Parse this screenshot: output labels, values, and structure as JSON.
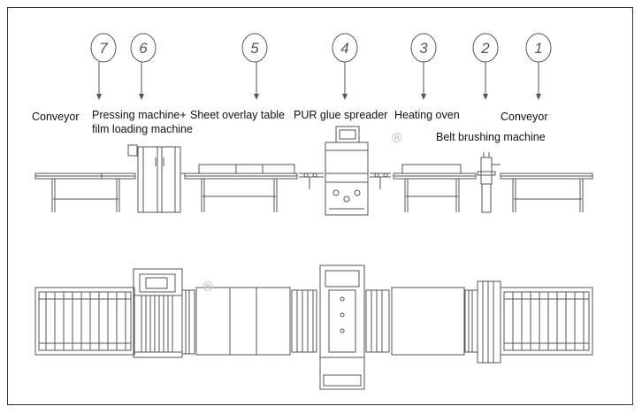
{
  "stations": [
    {
      "number": "7"
    },
    {
      "number": "6"
    },
    {
      "number": "5"
    },
    {
      "number": "4"
    },
    {
      "number": "3"
    },
    {
      "number": "2"
    },
    {
      "number": "1"
    }
  ],
  "labels": {
    "conveyor_left": "Conveyor",
    "pressing_line1": "Pressing machine+",
    "pressing_line2": "film loading machine",
    "sheet_overlay": "Sheet overlay table",
    "pur_glue": "PUR  glue spreader",
    "heating_oven": "Heating oven",
    "conveyor_right": "Conveyor",
    "belt_brushing": "Belt brushing machine"
  },
  "watermark": "®",
  "colors": {
    "line": "#555555",
    "frame": "#333333",
    "watermark": "#c9c9c9"
  }
}
